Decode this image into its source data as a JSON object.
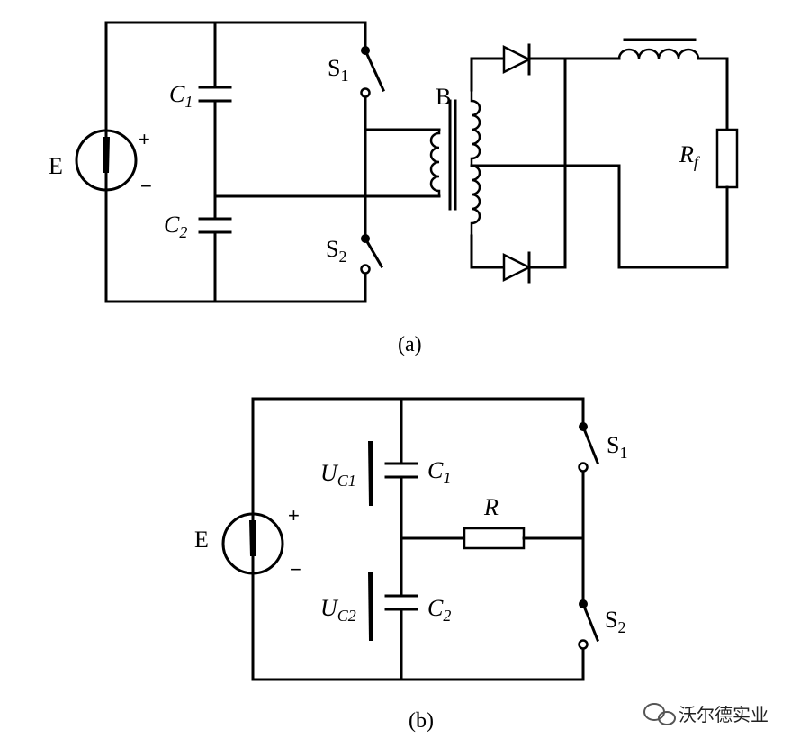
{
  "diagram_a": {
    "caption": "(a)",
    "source": "E",
    "plus": "+",
    "minus": "−",
    "c1": {
      "main": "C",
      "sub": "1"
    },
    "c2": {
      "main": "C",
      "sub": "2"
    },
    "s1": {
      "main": "S",
      "sub": "1"
    },
    "s2": {
      "main": "S",
      "sub": "2"
    },
    "transformer": "B",
    "load": {
      "main": "R",
      "sub": "f"
    }
  },
  "diagram_b": {
    "caption": "(b)",
    "source": "E",
    "plus": "+",
    "minus": "−",
    "c1": {
      "main": "C",
      "sub": "1"
    },
    "c2": {
      "main": "C",
      "sub": "2"
    },
    "uc1": {
      "main": "U",
      "sub": "C1"
    },
    "uc2": {
      "main": "U",
      "sub": "C2"
    },
    "resistor": "R",
    "s1": {
      "main": "S",
      "sub": "1"
    },
    "s2": {
      "main": "S",
      "sub": "2"
    }
  },
  "watermark": "沃尔德实业",
  "icons": [
    "voltage-source-icon",
    "capacitor-icon",
    "switch-icon",
    "diode-icon",
    "inductor-icon",
    "resistor-icon",
    "transformer-icon",
    "wechat-logo-icon"
  ]
}
